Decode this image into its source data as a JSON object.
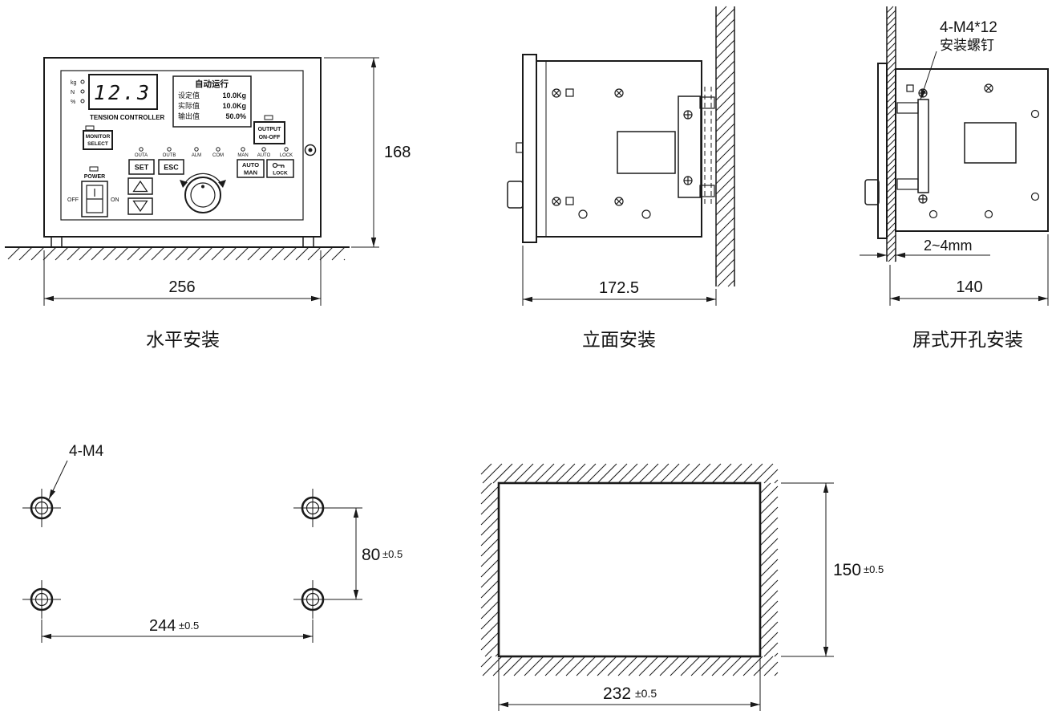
{
  "front_view": {
    "caption": "水平安装",
    "dim_width": "256",
    "dim_height": "168",
    "device": {
      "display_value": "12.3",
      "brand": "TENSION CONTROLLER",
      "unit_indicators": [
        "kg",
        "N",
        "%"
      ],
      "lcd": {
        "title": "自动运行",
        "rows": [
          {
            "label": "设定值",
            "value": "10.0Kg"
          },
          {
            "label": "实际值",
            "value": "10.0Kg"
          },
          {
            "label": "输出值",
            "value": "50.0%"
          }
        ]
      },
      "buttons": {
        "monitor_line1": "MONITOR",
        "monitor_line2": "SELECT",
        "output_line1": "OUTPUT",
        "output_line2": "ON-OFF",
        "set": "SET",
        "esc": "ESC",
        "auto_line1": "AUTO",
        "auto_line2": "MAN",
        "lock": "LOCK",
        "power": "POWER",
        "off": "OFF",
        "on": "ON"
      },
      "led_labels": [
        "OUTA",
        "OUTB",
        "ALM",
        "COM",
        "MAN",
        "AUTO",
        "LOCK"
      ]
    }
  },
  "side_view": {
    "caption": "立面安装",
    "dim_width": "172.5"
  },
  "panel_view": {
    "caption": "屏式开孔安装",
    "dim_width": "140",
    "wall_thickness": "2~4mm",
    "screw_note_line1": "4-M4*12",
    "screw_note_line2": "安装螺钉"
  },
  "hole_pattern": {
    "note": "4-M4",
    "dim_h": {
      "value": "244",
      "tol": "±0.5"
    },
    "dim_v": {
      "value": "80",
      "tol": "±0.5"
    }
  },
  "cutout": {
    "dim_h": {
      "value": "232",
      "tol": "±0.5"
    },
    "dim_v": {
      "value": "150",
      "tol": "±0.5"
    }
  }
}
